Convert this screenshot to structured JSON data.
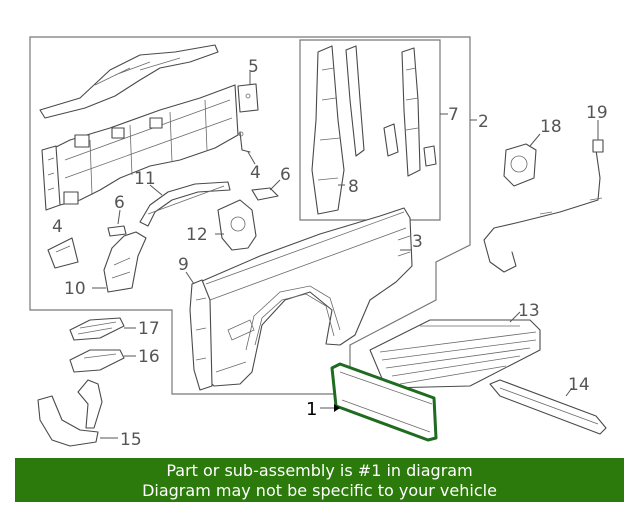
{
  "callouts": {
    "c1": "1",
    "c2": "2",
    "c3": "3",
    "c4a": "4",
    "c4b": "4",
    "c5": "5",
    "c6a": "6",
    "c6b": "6",
    "c7": "7",
    "c8": "8",
    "c9": "9",
    "c10": "10",
    "c11": "11",
    "c12": "12",
    "c13": "13",
    "c14": "14",
    "c15": "15",
    "c16": "16",
    "c17": "17",
    "c18": "18",
    "c19": "19"
  },
  "banner": {
    "line1": "Part or sub-assembly is #1 in diagram",
    "line2": "Diagram may not be specific to your vehicle",
    "background": "#2b7a0b"
  },
  "highlight_color": "#1f6b1f"
}
